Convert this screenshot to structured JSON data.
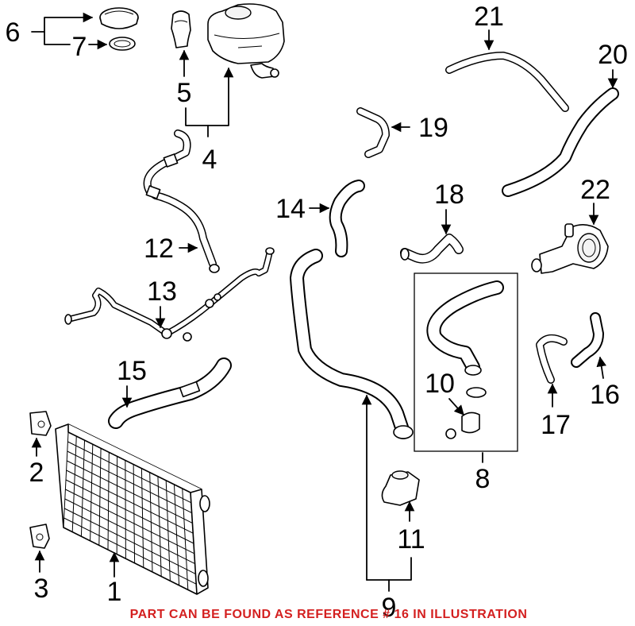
{
  "callouts": [
    {
      "id": "1",
      "text": "1"
    },
    {
      "id": "2",
      "text": "2"
    },
    {
      "id": "3",
      "text": "3"
    },
    {
      "id": "4",
      "text": "4"
    },
    {
      "id": "5",
      "text": "5"
    },
    {
      "id": "6",
      "text": "6"
    },
    {
      "id": "7",
      "text": "7"
    },
    {
      "id": "8",
      "text": "8"
    },
    {
      "id": "9",
      "text": "9"
    },
    {
      "id": "10",
      "text": "10"
    },
    {
      "id": "11",
      "text": "11"
    },
    {
      "id": "12",
      "text": "12"
    },
    {
      "id": "13",
      "text": "13"
    },
    {
      "id": "14",
      "text": "14"
    },
    {
      "id": "15",
      "text": "15"
    },
    {
      "id": "16",
      "text": "16"
    },
    {
      "id": "17",
      "text": "17"
    },
    {
      "id": "18",
      "text": "18"
    },
    {
      "id": "19",
      "text": "19"
    },
    {
      "id": "20",
      "text": "20"
    },
    {
      "id": "21",
      "text": "21"
    },
    {
      "id": "22",
      "text": "22"
    }
  ],
  "footer": {
    "note": "PART CAN BE FOUND AS REFERENCE # 16 IN ILLUSTRATION",
    "color": "#d42020"
  }
}
